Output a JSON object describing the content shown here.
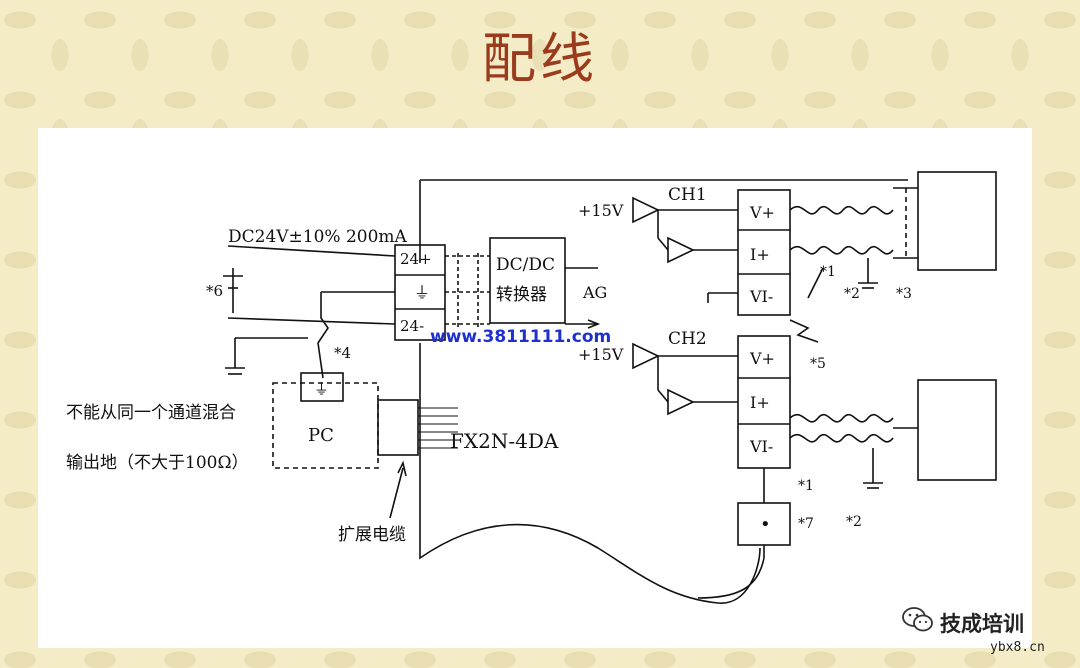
{
  "title": "配线",
  "diagram": {
    "supply_label": "DC24V±10% 200mA",
    "terminal_24p": "24+",
    "terminal_24n": "24-",
    "dcdc_line1": "DC/DC",
    "dcdc_line2": "转换器",
    "ag_label": "AG",
    "note6": "*6",
    "note4": "*4",
    "pc_label": "PC",
    "ground_note_line1": "不能从同一个通道混合",
    "ground_note_line2": "输出地（不大于100Ω）",
    "module_name": "FX2N-4DA",
    "ext_cable_label": "扩展电缆",
    "ch1": {
      "name": "CH1",
      "supply": "+15V",
      "terminals": [
        "V+",
        "I+",
        "VI-"
      ],
      "notes": [
        "*1",
        "*2",
        "*3"
      ]
    },
    "ch2": {
      "name": "CH2",
      "supply": "+15V",
      "terminals": [
        "V+",
        "I+",
        "VI-"
      ],
      "notes": [
        "*1",
        "*2"
      ]
    },
    "note5": "*5",
    "note7": "*7",
    "terminal7_symbol": "•",
    "watermark": "www.3811111.com"
  },
  "footer": {
    "account_name": "技成培训",
    "url": "ybx8.cn"
  }
}
